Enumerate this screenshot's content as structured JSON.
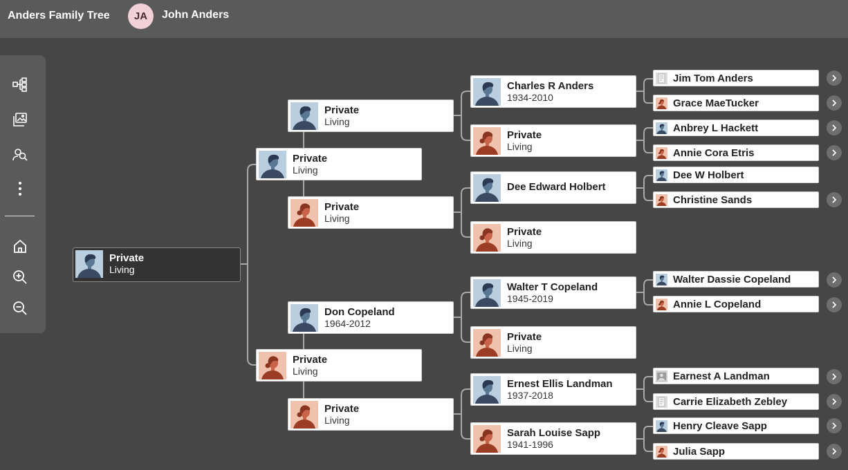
{
  "header": {
    "title": "Anders Family Tree",
    "user_initials": "JA",
    "user_name": "John Anders"
  },
  "toolbar": {
    "tools": [
      "tree-view-icon",
      "media-gallery-icon",
      "person-search-icon",
      "more-options-icon",
      "home-icon",
      "zoom-in-icon",
      "zoom-out-icon"
    ]
  },
  "colors": {
    "background": "#464646",
    "topbar": "#5a5a5a",
    "male_photo_bg": "#b9cfdf",
    "female_photo_bg": "#f0c2ad",
    "connector": "#a9a9a9"
  },
  "tree": {
    "root": {
      "name": "Private",
      "sub": "Living",
      "gender": "male"
    },
    "parents": [
      {
        "name": "Private",
        "sub": "Living",
        "gender": "male"
      },
      {
        "name": "Private",
        "sub": "Living",
        "gender": "female"
      }
    ],
    "grandparents": [
      {
        "name": "Private",
        "sub": "Living",
        "gender": "male"
      },
      {
        "name": "Private",
        "sub": "Living",
        "gender": "female"
      },
      {
        "name": "Don Copeland",
        "sub": "1964-2012",
        "gender": "male"
      },
      {
        "name": "Private",
        "sub": "Living",
        "gender": "female"
      }
    ],
    "great_grandparents": [
      {
        "name": "Charles R Anders",
        "sub": "1934-2010",
        "gender": "male"
      },
      {
        "name": "Private",
        "sub": "Living",
        "gender": "female"
      },
      {
        "name": "Dee Edward Holbert",
        "sub": "",
        "gender": "male"
      },
      {
        "name": "Private",
        "sub": "Living",
        "gender": "female"
      },
      {
        "name": "Walter T Copeland",
        "sub": "1945-2019",
        "gender": "male"
      },
      {
        "name": "Private",
        "sub": "Living",
        "gender": "female"
      },
      {
        "name": "Ernest Ellis Landman",
        "sub": "1937-2018",
        "gender": "male"
      },
      {
        "name": "Sarah Louise Sapp",
        "sub": "1941-1996",
        "gender": "female"
      }
    ],
    "g2_grandparents": [
      {
        "name": "Jim Tom Anders",
        "photo": "record",
        "expand": true
      },
      {
        "name": "Grace MaeTucker",
        "photo": "female",
        "expand": true
      },
      {
        "name": "Anbrey L Hackett",
        "photo": "male",
        "expand": true
      },
      {
        "name": "Annie Cora Etris",
        "photo": "female",
        "expand": true
      },
      {
        "name": "Dee W Holbert",
        "photo": "male",
        "expand": false
      },
      {
        "name": "Christine Sands",
        "photo": "female",
        "expand": true
      },
      {
        "name": "Walter Dassie Copeland",
        "photo": "male",
        "expand": true
      },
      {
        "name": "Annie L Copeland",
        "photo": "female",
        "expand": true
      },
      {
        "name": "Earnest A Landman",
        "photo": "record-photo",
        "expand": true
      },
      {
        "name": "Carrie Elizabeth Zebley",
        "photo": "record",
        "expand": true
      },
      {
        "name": "Henry Cleave Sapp",
        "photo": "male",
        "expand": true
      },
      {
        "name": "Julia Sapp",
        "photo": "female",
        "expand": true
      }
    ]
  }
}
